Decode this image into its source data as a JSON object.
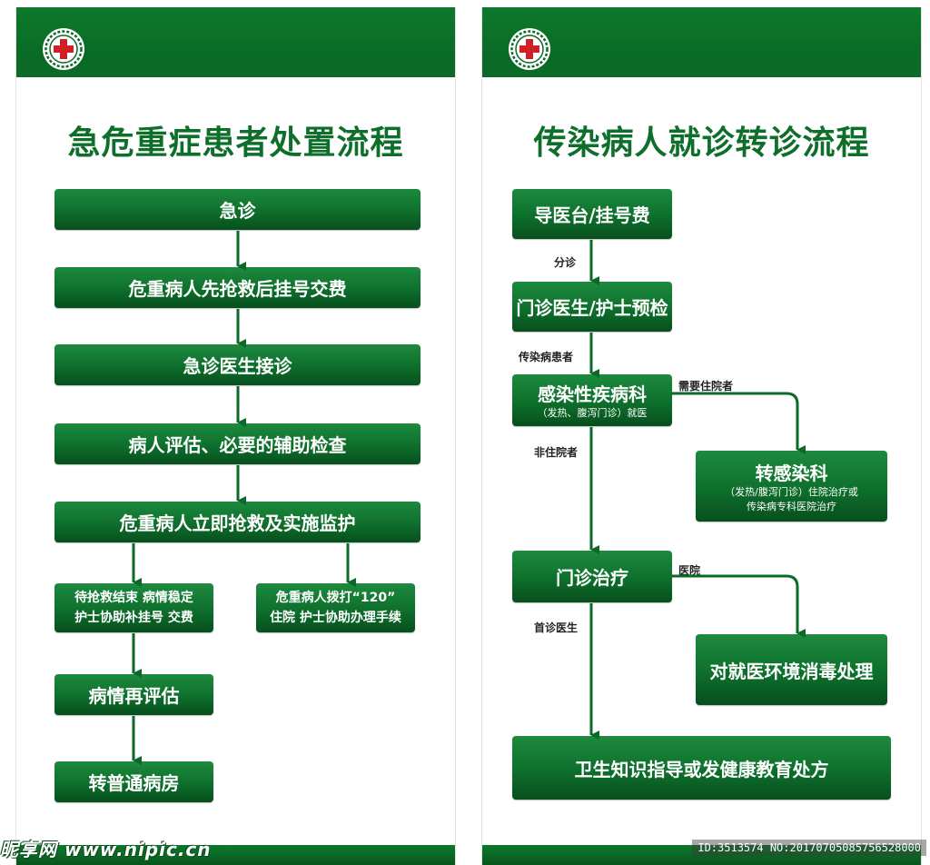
{
  "colors": {
    "brand_green": "#0e6f2a",
    "box_top": "#1d8a3f",
    "box_bottom": "#074f1d",
    "arrow": "#0b6a27"
  },
  "logo": {
    "icon": "red-cross-emblem-icon",
    "cross_color": "#d21f26"
  },
  "left": {
    "title": "急危重症患者处置流程",
    "nodes": {
      "emergency": "急诊",
      "rescue_first": "危重病人先抢救后挂号交费",
      "doctor_receive": "急诊医生接诊",
      "assess": "病人评估、必要的辅助检查",
      "rescue_monitor": "危重病人立即抢救及实施监护",
      "stable_line1": "待抢救结束 病情稳定",
      "stable_line2": "护士协助补挂号 交费",
      "call120_line1": "危重病人拨打“120”",
      "call120_line2": "住院 护士协助办理手续",
      "reassess": "病情再评估",
      "ward": "转普通病房"
    }
  },
  "right": {
    "title": "传染病人就诊转诊流程",
    "nodes": {
      "guide": "导医台/挂号费",
      "precheck": "门诊医生/护士预检",
      "infection_dept": "感染性疾病科",
      "infection_dept_sub": "（发热、腹泻门诊）就医",
      "transfer": "转感染科",
      "transfer_sub1": "（发热/腹泻门诊）住院治疗或",
      "transfer_sub2": "传染病专科医院治疗",
      "outpatient": "门诊治疗",
      "disinfect": "对就医环境消毒处理",
      "education": "卫生知识指导或发健康教育处方"
    },
    "edges": {
      "triage": "分诊",
      "infectious_patient": "传染病患者",
      "need_hospital": "需要住院者",
      "non_hospital": "非住院者",
      "hospital": "医院",
      "first_doctor": "首诊医生"
    }
  },
  "watermark": {
    "left": "昵享网 www.nipic.cn",
    "right": "ID:3513574 NO:20170705085756528000"
  }
}
